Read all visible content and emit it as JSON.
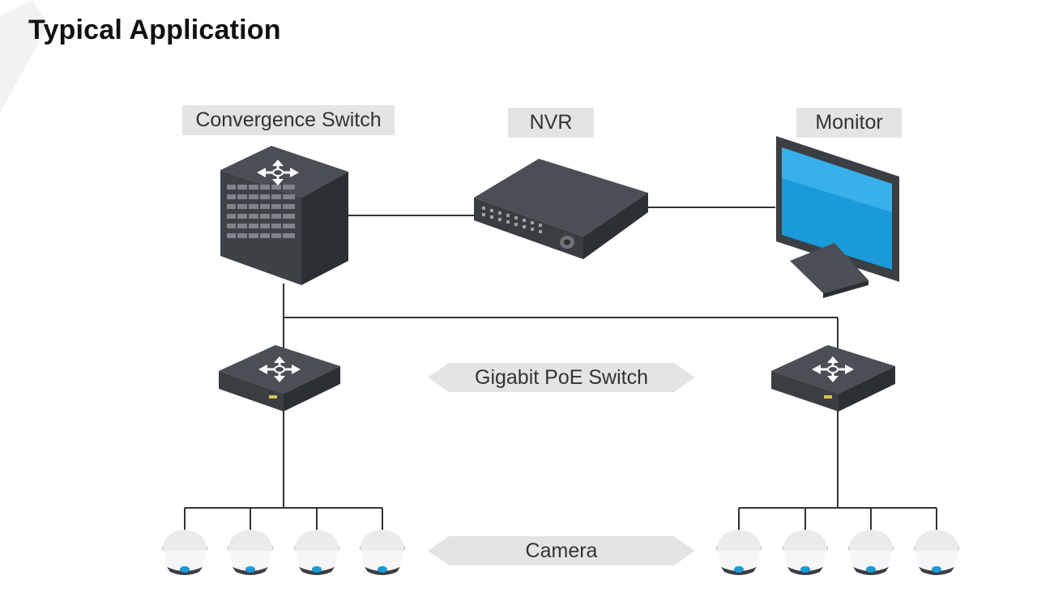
{
  "title": "Typical Application",
  "labels": {
    "convergence_switch": "Convergence Switch",
    "nvr": "NVR",
    "monitor": "Monitor",
    "poe_switch": "Gigabit PoE Switch",
    "camera": "Camera"
  },
  "colors": {
    "device_dark": "#3b3f44",
    "device_top": "#4a4f55",
    "screen_blue": "#1a9ad9",
    "label_bg": "#e4e4e4",
    "line": "#333333"
  },
  "icons": [
    "switch-icon",
    "nvr-icon",
    "monitor-icon",
    "camera-icon"
  ]
}
